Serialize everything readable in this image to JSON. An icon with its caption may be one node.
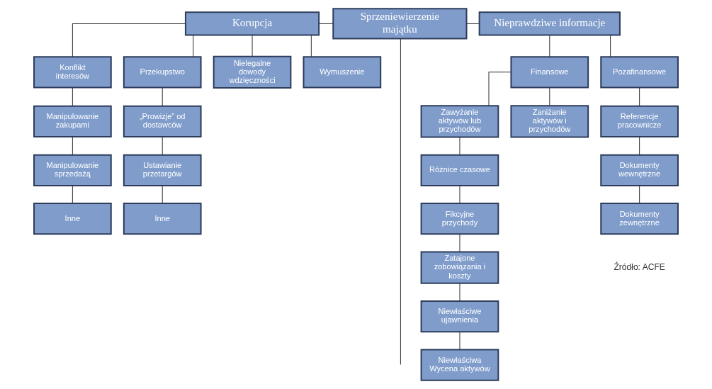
{
  "diagram": {
    "nodes": [
      {
        "text": [
          "Korupcja"
        ]
      },
      {
        "text": [
          "Sprzeniewierzenie majątku"
        ]
      },
      {
        "text": [
          "Nieprawdziwe informacje"
        ]
      },
      {
        "text": [
          "Konflikt interesów"
        ]
      },
      {
        "text": [
          "Przekupstwo"
        ]
      },
      {
        "text": [
          "Nielegalne dowody wdzięczności"
        ]
      },
      {
        "text": [
          "Wymuszenie"
        ]
      },
      {
        "text": [
          "Manipulowanie zakupami"
        ]
      },
      {
        "text": [
          "Manipulowanie sprzedażą"
        ]
      },
      {
        "text": [
          "Inne"
        ]
      },
      {
        "text": [
          "„Prowizje” od dostawców"
        ]
      },
      {
        "text": [
          "Ustawianie przetargów"
        ]
      },
      {
        "text": [
          "Inne"
        ]
      },
      {
        "text": [
          "Finansowe"
        ]
      },
      {
        "text": [
          "Pozafinansowe"
        ]
      },
      {
        "text": [
          "Zawyżanie aktywów lub przychodów"
        ]
      },
      {
        "text": [
          "Zaniżanie aktywów i przychodów"
        ]
      },
      {
        "text": [
          "Różnice czasowe"
        ]
      },
      {
        "text": [
          "Fikcyjne przychody"
        ]
      },
      {
        "text": [
          "Zatajone zobowiązania i koszty"
        ]
      },
      {
        "text": [
          "Niewłaściwe ujawnienia"
        ]
      },
      {
        "text": [
          "Niewłaściwa Wycena aktywów"
        ]
      },
      {
        "text": [
          "Referencje pracownicze"
        ]
      },
      {
        "text": [
          "Dokumenty wewnętrzne"
        ]
      },
      {
        "text": [
          "Dokumenty zewnętrzne"
        ]
      }
    ],
    "edges": [
      {
        "from": 0,
        "to": 1,
        "arrow": "none"
      },
      {
        "from": 1,
        "to": 2,
        "arrow": "none"
      },
      {
        "from": 1,
        "to": null,
        "arrow": "none"
      },
      {
        "from": 0,
        "to": 3,
        "arrow": "none"
      },
      {
        "from": 0,
        "to": 4,
        "arrow": "none"
      },
      {
        "from": 0,
        "to": 5,
        "arrow": "none"
      },
      {
        "from": 0,
        "to": 6,
        "arrow": "none"
      },
      {
        "from": 3,
        "to": 7,
        "arrow": "none"
      },
      {
        "from": 7,
        "to": 8,
        "arrow": "none"
      },
      {
        "from": 8,
        "to": 9,
        "arrow": "none"
      },
      {
        "from": 4,
        "to": 10,
        "arrow": "none"
      },
      {
        "from": 10,
        "to": 11,
        "arrow": "none"
      },
      {
        "from": 11,
        "to": 12,
        "arrow": "none"
      },
      {
        "from": 2,
        "to": 13,
        "arrow": "none"
      },
      {
        "from": 2,
        "to": 14,
        "arrow": "none"
      },
      {
        "from": 13,
        "to": 15,
        "arrow": "none"
      },
      {
        "from": 13,
        "to": 16,
        "arrow": "none"
      },
      {
        "from": 15,
        "to": 17,
        "arrow": "none"
      },
      {
        "from": 17,
        "to": 18,
        "arrow": "none"
      },
      {
        "from": 18,
        "to": 19,
        "arrow": "none"
      },
      {
        "from": 19,
        "to": 20,
        "arrow": "none"
      },
      {
        "from": 20,
        "to": 21,
        "arrow": "none"
      },
      {
        "from": 14,
        "to": 22,
        "arrow": "none"
      },
      {
        "from": 22,
        "to": 23,
        "arrow": "none"
      },
      {
        "from": 23,
        "to": 24,
        "arrow": "none"
      }
    ],
    "labels": [
      "Źródło: ACFE"
    ]
  }
}
